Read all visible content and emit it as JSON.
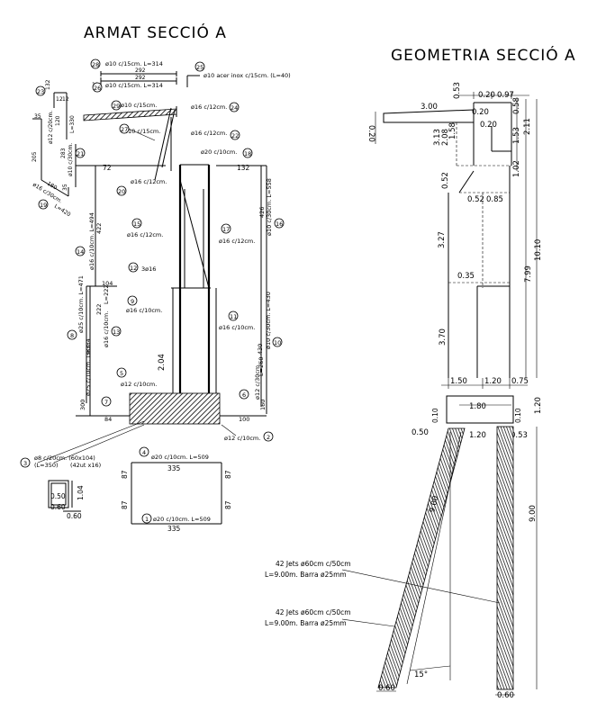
{
  "titles": {
    "left": "ARMAT SECCIÓ A",
    "right": "GEOMETRIA SECCIÓ A"
  },
  "rebar": {
    "b28": "ø10 c/15cm. L=314",
    "b28_len": "292",
    "b26_len": "292",
    "b26": "ø10 c/15cm. L=314",
    "b25": "ø10 acer inox c/15cm. (L=40)",
    "d11": "11",
    "b23_a": "132",
    "b23_b": "12",
    "b23_c": "12",
    "b23_d": "35",
    "b23_e": "ø12 c/20cm.",
    "b23_f": "120",
    "b23_g": "L=330",
    "b29": "ø10 c/15cm.",
    "b27": "ø10 c/15cm.",
    "b24": "ø16 c/12cm.",
    "b22": "ø16 c/12cm.",
    "b18": "ø20 c/10cm.",
    "b21_a": "283",
    "b21_b": "ø10 c/30cm.",
    "b19_a": "205",
    "b19_b": "180",
    "b19_c": "ø16 c/30cm.",
    "b19_d": "L=420",
    "b19_e": "35",
    "d72": "72",
    "d132": "132",
    "b20": "ø16 c/12cm.",
    "b16_a": "426",
    "b16_b": "ø10 c/30cm. L=558",
    "b15": "ø16 c/12cm.",
    "b17": "ø16 c/12cm.",
    "b14_a": "422",
    "b14_b": "ø16 c/10cm. L=494",
    "b12": "3ø16",
    "d104": "104",
    "b13_a": "222",
    "b13_b": "L=222",
    "b13_c": "ø16 c/10cm.",
    "b8_a": "387",
    "b8_b": "ø25 c/10cm. L=471",
    "b9": "ø16 c/10cm.",
    "b11": "ø16 c/10cm.",
    "b10_a": "ø10 c/30cm. L=430",
    "b10_b": "430",
    "d204": "2.04",
    "b5": "ø12 c/10cm.",
    "b7_a": "ø25 c/10cm. L=384",
    "b7_b": "300",
    "d84": "84",
    "b6_a": "L=260",
    "b6_b": "ø12 c/30cm.",
    "b6_c": "160",
    "d100": "100",
    "b2": "ø12 c/10cm.",
    "b3_a": "ø8 c/20cm. (60x104)",
    "b3_b": "(L=350)",
    "b3_c": "(42ut x16)",
    "d104b": "1.04",
    "d050": "0.50",
    "d060a": "0.60",
    "d060b": "0.60",
    "b4": "ø20 c/10cm. L=509",
    "d335a": "335",
    "d87a": "87",
    "d87b": "87",
    "d87c": "87",
    "d87d": "87",
    "b1": "ø20 c/10cm. L=509",
    "d335b": "335"
  },
  "callouts": [
    "28",
    "25",
    "26",
    "23",
    "29",
    "24",
    "27",
    "22",
    "21",
    "18",
    "20",
    "19",
    "16",
    "15",
    "17",
    "14",
    "12",
    "9",
    "13",
    "8",
    "11",
    "10",
    "5",
    "7",
    "6",
    "2",
    "3",
    "4",
    "1"
  ],
  "geometry": {
    "g053": "0.53",
    "g020a": "0.20",
    "g097": "0.97",
    "g300": "3.00",
    "g058": "0.58",
    "g020b": "0.20",
    "g020c": "0.20",
    "g313": "3.13",
    "g208": "2.08",
    "g158": "1.58",
    "g153": "1.53",
    "g211": "2.11",
    "g102": "1.02",
    "g052a": "0.52",
    "g052b": "0.52",
    "g085": "0.85",
    "g1010": "10.10",
    "g327": "3.27",
    "g799": "7.99",
    "g035": "0.35",
    "g370": "3.70",
    "g150": "1.50",
    "g120a": "1.20",
    "g075": "0.75",
    "g180": "1.80",
    "g010a": "0.10",
    "g010b": "0.10",
    "g120b": "1.20",
    "g050": "0.50",
    "g120c": "1.20",
    "g053b": "0.53",
    "g900a": "9.00",
    "g900b": "9.00",
    "note1_a": "42 Jets ø60cm c/50cm",
    "note1_b": "L=9.00m. Barra ø25mm",
    "note2_a": "42 Jets ø60cm c/50cm",
    "note2_b": "L=9.00m. Barra ø25mm",
    "angle": "15°",
    "g060a": "0.60",
    "g060b": "0.60"
  }
}
